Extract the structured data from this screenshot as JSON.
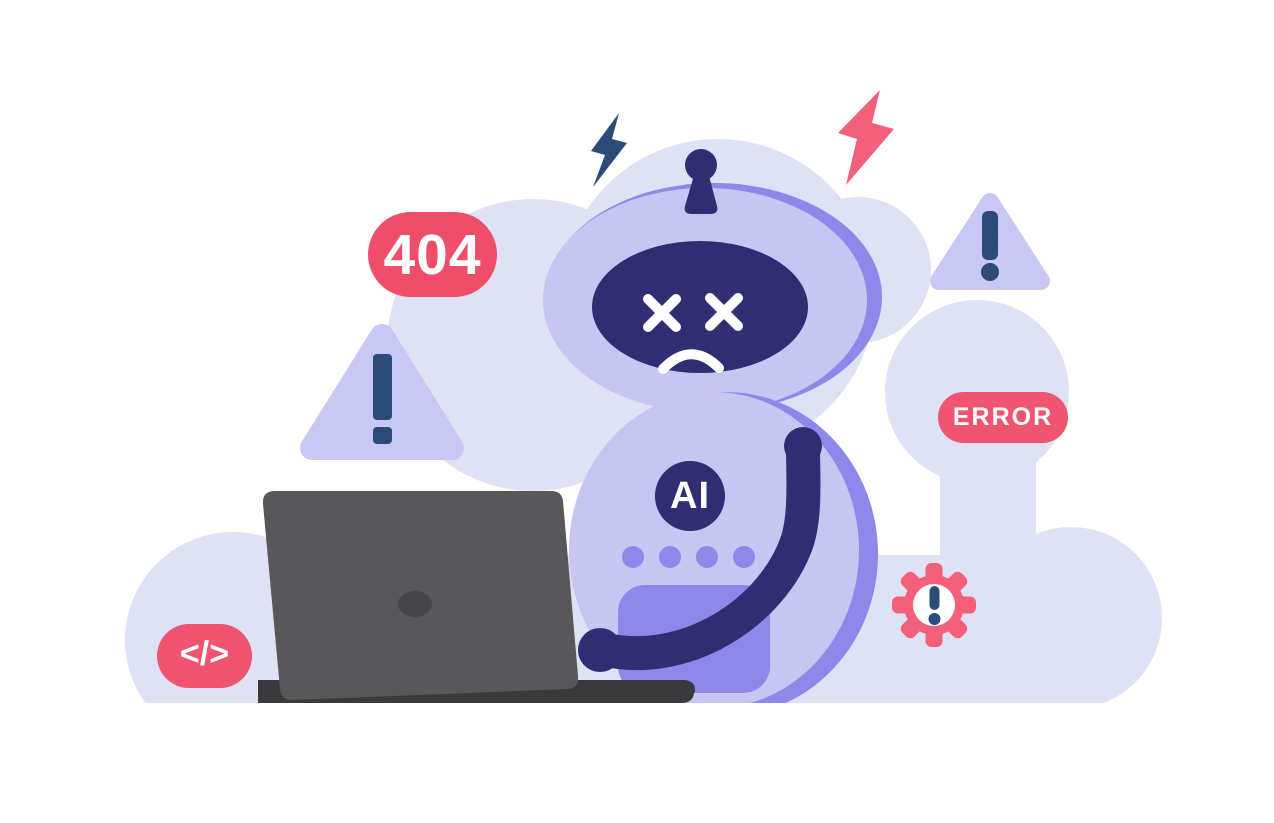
{
  "title": "Broken AI robot error illustration",
  "badges": {
    "not_found": "404",
    "error": "ERROR",
    "code": "</>",
    "ai": "AI"
  },
  "icons": [
    "cloud-background",
    "lightning-bolt-navy-icon",
    "lightning-bolt-pink-icon",
    "warning-triangle-left-icon",
    "warning-triangle-right-icon",
    "exclamation-mark-icon",
    "gear-alert-icon",
    "robot-antenna-icon",
    "robot-dead-face-icon",
    "x-eye-icon",
    "frown-mouth-icon",
    "chest-dots-icon",
    "laptop-icon",
    "laptop-logo-icon"
  ],
  "colors": {
    "background": "#ffffff",
    "cloud": "#dfe2f4",
    "robot_light": "#c7c5f2",
    "robot_purple": "#8d88ea",
    "robot_navy": "#312d72",
    "steel_blue": "#2d4b77",
    "pink": "#ef5570",
    "pink_bright": "#f4607a",
    "triangle_lavender": "#c9c7f3",
    "laptop_gray": "#58585a",
    "laptop_logo": "#45454a",
    "laptop_base": "#3a3a3d",
    "white": "#ffffff"
  }
}
